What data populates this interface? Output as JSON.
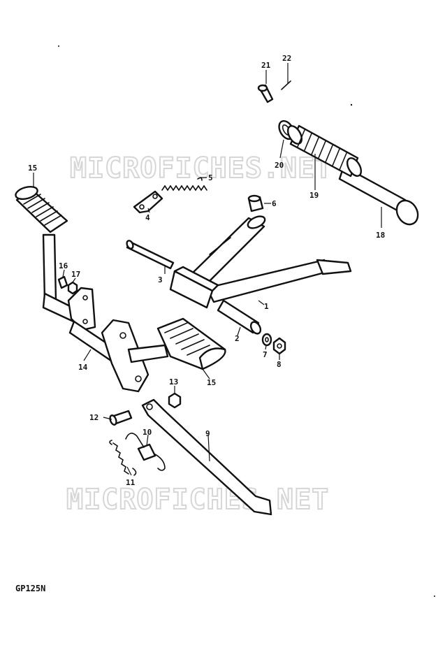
{
  "watermark": "MICROFICHES.NET",
  "model_code": "GP125N",
  "callouts": [
    "1",
    "2",
    "3",
    "4",
    "5",
    "6",
    "7",
    "8",
    "9",
    "10",
    "11",
    "12",
    "13",
    "14",
    "15",
    "15",
    "16",
    "17",
    "18",
    "19",
    "20",
    "21",
    "22"
  ]
}
